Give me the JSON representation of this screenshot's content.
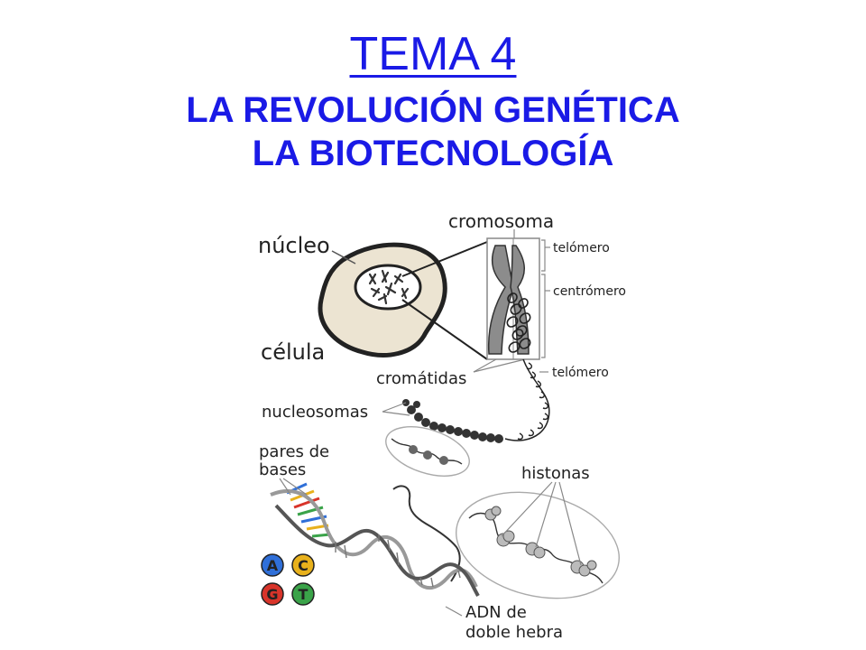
{
  "title": {
    "line1": "TEMA 4",
    "line2": "LA REVOLUCIÓN GENÉTICA",
    "line3": "LA BIOTECNOLOGÍA"
  },
  "colors": {
    "title": "#1a1ae6",
    "cell_fill": "#ece4d2",
    "chromosome": "#8c8c8c",
    "base_a": "#2f6fd8",
    "base_c": "#e8b11c",
    "base_g": "#d8342a",
    "base_t": "#3aa349"
  },
  "labels": {
    "nucleo": "núcleo",
    "celula": "célula",
    "cromosoma": "cromosoma",
    "telomero_top": "telómero",
    "centromero": "centrómero",
    "telomero_bottom": "telómero",
    "cromatidas": "cromátidas",
    "nucleosomas": "nucleosomas",
    "pares_de_bases_1": "pares de",
    "pares_de_bases_2": "bases",
    "histonas": "histonas",
    "adn_1": "ADN de",
    "adn_2": "doble hebra"
  },
  "bases": {
    "a": "A",
    "c": "C",
    "g": "G",
    "t": "T"
  }
}
